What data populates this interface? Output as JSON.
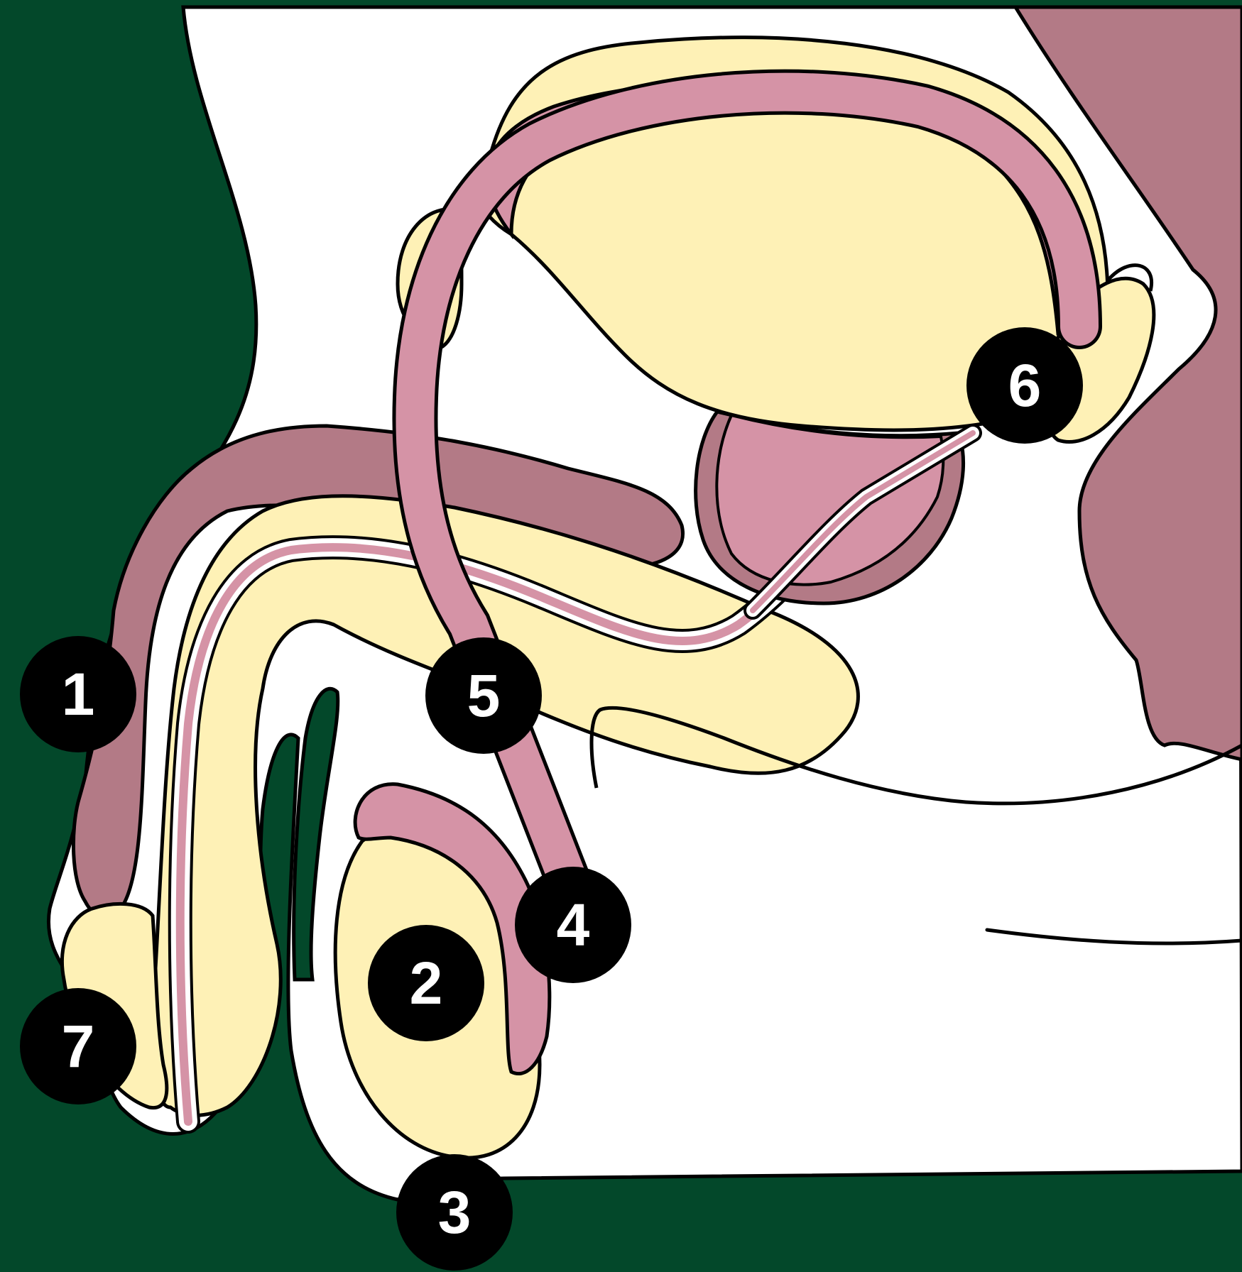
{
  "markers": [
    "1",
    "2",
    "3",
    "4",
    "5",
    "6",
    "7"
  ],
  "colors": {
    "background": "#03482a",
    "body": "#ffffff",
    "tissue": "#fef1b6",
    "duct": "#d593a6",
    "muscle": "#b37a86",
    "outline": "#000000",
    "marker": "#000000",
    "marker_text": "#ffffff"
  }
}
